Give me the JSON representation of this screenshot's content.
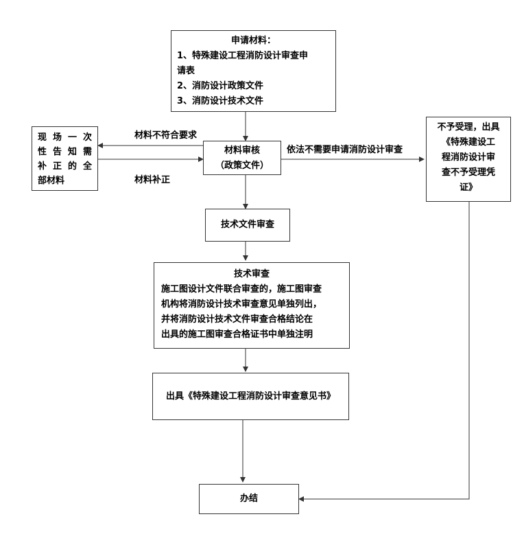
{
  "application_box": {
    "title": "申请材料：",
    "items": [
      "1、特殊建设工程消防设计审查申",
      "请表",
      "2、消防设计政策文件",
      "3、消防设计技术文件"
    ]
  },
  "notify_box": {
    "lines": [
      "现场一次",
      "性告知需",
      "补正的全",
      "部材料"
    ]
  },
  "review_box": {
    "line1": "材料审核",
    "line2": "（政策文件）"
  },
  "reject_box": {
    "lines": [
      "不予受理，出具",
      "《特殊建设工",
      "程消防设计审",
      "查不予受理凭",
      "证》"
    ]
  },
  "tech_doc_box": {
    "label": "技术文件审查"
  },
  "tech_review_box": {
    "title": "技术审查",
    "lines": [
      "施工图设计文件联合审查的，施工图审查",
      "机构将消防设计技术审查意见单独列出，",
      "并将消防设计技术文件审查合格结论在",
      "出具的施工图审查合格证书中单独注明"
    ]
  },
  "opinion_box": {
    "label": "出具《特殊建设工程消防设计审查意见书》"
  },
  "done_box": {
    "label": "办结"
  },
  "edge_labels": {
    "not_meet": "材料不符合要求",
    "supplement": "材料补正",
    "no_need": "依法不需要申请消防设计审查"
  }
}
